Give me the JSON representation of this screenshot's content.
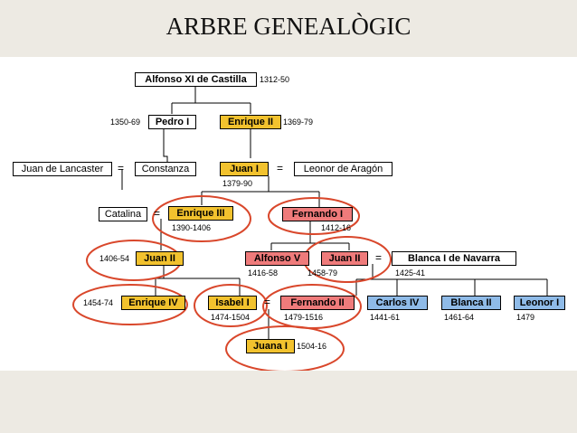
{
  "title": "ARBRE GENEALÒGIC",
  "people": {
    "alfonso_xi": {
      "name": "Alfonso XI de Castilla",
      "dates": "1312-50"
    },
    "pedro_i": {
      "name": "Pedro I",
      "dates": "1350-69"
    },
    "enrique_ii": {
      "name": "Enrique II",
      "dates": "1369-79"
    },
    "juan_lancaster": {
      "name": "Juan de Lancaster"
    },
    "constanza": {
      "name": "Constanza"
    },
    "juan_i": {
      "name": "Juan I",
      "dates": "1379-90"
    },
    "leonor_aragon": {
      "name": "Leonor de Aragón"
    },
    "catalina": {
      "name": "Catalina"
    },
    "enrique_iii": {
      "name": "Enrique III",
      "dates": "1390-1406"
    },
    "fernando_i": {
      "name": "Fernando I",
      "dates": "1412-16"
    },
    "juan_ii_castilla": {
      "name": "Juan II",
      "dates": "1406-54"
    },
    "alfonso_v": {
      "name": "Alfonso V",
      "dates": "1416-58"
    },
    "juan_ii_aragon": {
      "name": "Juan II",
      "dates": "1458-79"
    },
    "blanca_navarra": {
      "name": "Blanca I de Navarra",
      "dates": "1425-41"
    },
    "enrique_iv": {
      "name": "Enrique IV",
      "dates": "1454-74"
    },
    "isabel_i": {
      "name": "Isabel I",
      "dates": "1474-1504"
    },
    "fernando_ii": {
      "name": "Fernando II",
      "dates": "1479-1516"
    },
    "carlos_iv": {
      "name": "Carlos IV",
      "dates": "1441-61"
    },
    "blanca_ii": {
      "name": "Blanca II",
      "dates": "1461-64"
    },
    "leonor_i": {
      "name": "Leonor I",
      "dates": "1479"
    },
    "juana_i": {
      "name": "Juana I",
      "dates": "1504-16"
    }
  },
  "marriage_symbol": "=",
  "colors": {
    "castilla": "#f2c22e",
    "aragon": "#ef7b7b",
    "navarra": "#8fbbe8",
    "highlight_circle": "#d9472b",
    "background": "#edeae3"
  }
}
